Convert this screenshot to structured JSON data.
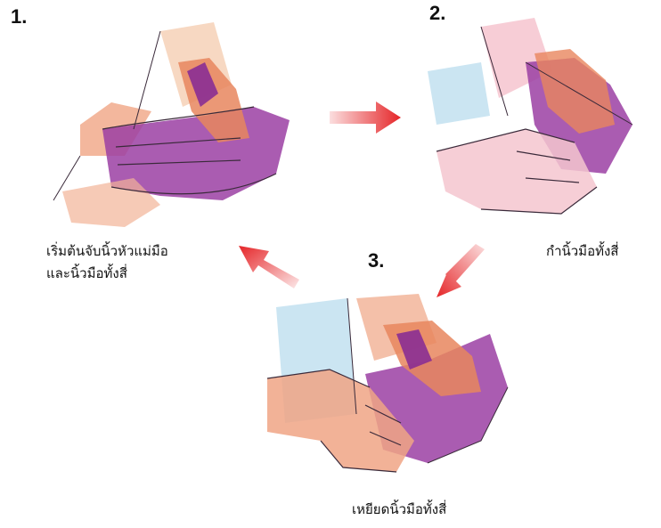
{
  "steps": [
    {
      "number": "1.",
      "caption_line1": "เริ่มต้นจับนิ้วหัวแม่มือ",
      "caption_line2": "และนิ้วมือทั้งสี่"
    },
    {
      "number": "2.",
      "caption": "กำนิ้วมือทั้งสี่"
    },
    {
      "number": "3.",
      "caption": "เหยียดนิ้วมือทั้งสี่"
    }
  ],
  "icons": {
    "arrow_1_to_2": "arrow-right-icon",
    "arrow_2_to_3": "arrow-down-left-icon",
    "arrow_3_to_1": "arrow-up-left-icon"
  },
  "colors": {
    "arrow": "#e52528",
    "patient_hand": "#9b3fa3",
    "helper_hand": "#f0a585",
    "sleeve": "#a9d3ea"
  }
}
